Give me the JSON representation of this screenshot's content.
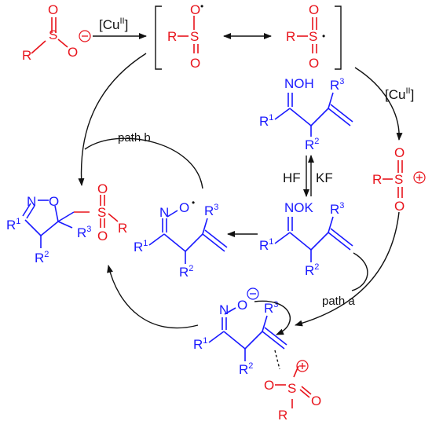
{
  "colors": {
    "reagent": "#e8141c",
    "substrate": "#1a1aff",
    "arrow": "#111111"
  },
  "catalyst": {
    "main": "[Cu",
    "sup": "II",
    "close": "]"
  },
  "atoms": {
    "R": "R",
    "S": "S",
    "O": "O",
    "N": "N",
    "minus": "−",
    "plus": "+",
    "dot": "•",
    "NOH": "NOH",
    "NOK": "NOK",
    "R1": "R",
    "R2": "R",
    "R3": "R",
    "sup1": "1",
    "sup2": "2",
    "sup3": "3"
  },
  "equilibrium": {
    "left": "HF",
    "right": "KF"
  },
  "paths": {
    "a": "path a",
    "b": "path b"
  }
}
